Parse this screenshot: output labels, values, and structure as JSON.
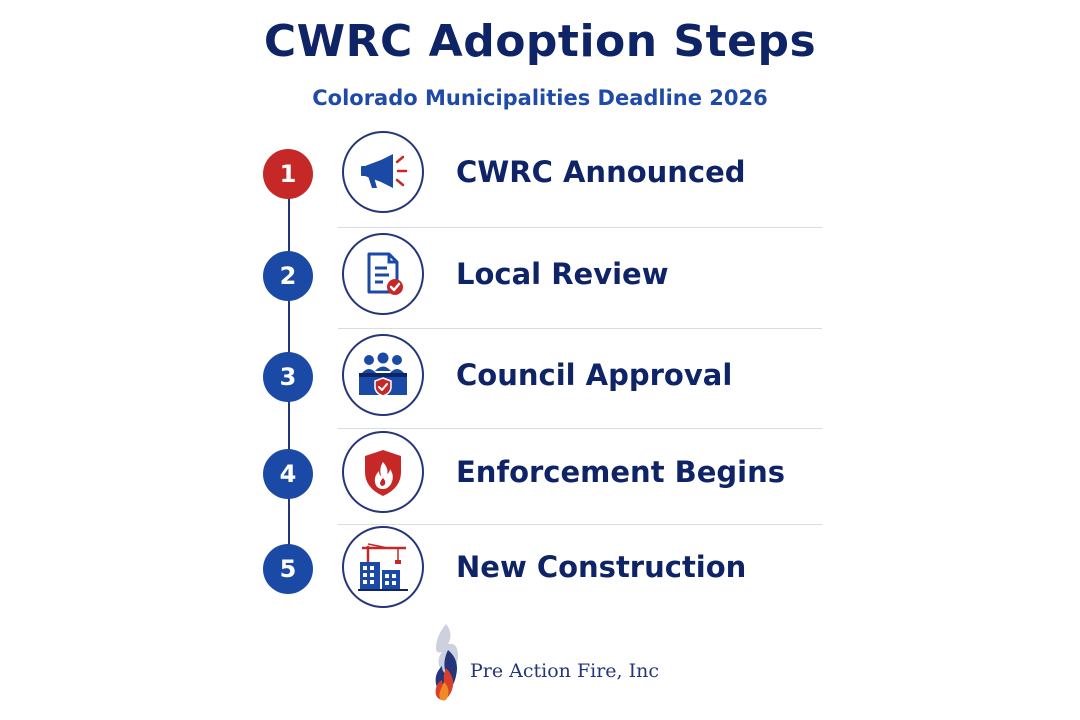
{
  "header": {
    "title": "CWRC Adoption Steps",
    "subtitle": "Colorado Municipalities Deadline 2026"
  },
  "steps": [
    {
      "number": "1",
      "label": "CWRC Announced",
      "icon": "megaphone-icon",
      "color": "#c62828"
    },
    {
      "number": "2",
      "label": "Local Review",
      "icon": "document-check-icon",
      "color": "#1b4aa6"
    },
    {
      "number": "3",
      "label": "Council Approval",
      "icon": "council-shield-icon",
      "color": "#1b4aa6"
    },
    {
      "number": "4",
      "label": "Enforcement Begins",
      "icon": "fire-shield-icon",
      "color": "#1b4aa6"
    },
    {
      "number": "5",
      "label": "New Construction",
      "icon": "building-crane-icon",
      "color": "#1b4aa6"
    }
  ],
  "colors": {
    "navy": "#0f2466",
    "blue": "#1b4aa6",
    "red": "#c62828"
  },
  "footer": {
    "logo_text": "Pre Action Fire, Inc",
    "logo_icon": "flame-logo-icon"
  }
}
